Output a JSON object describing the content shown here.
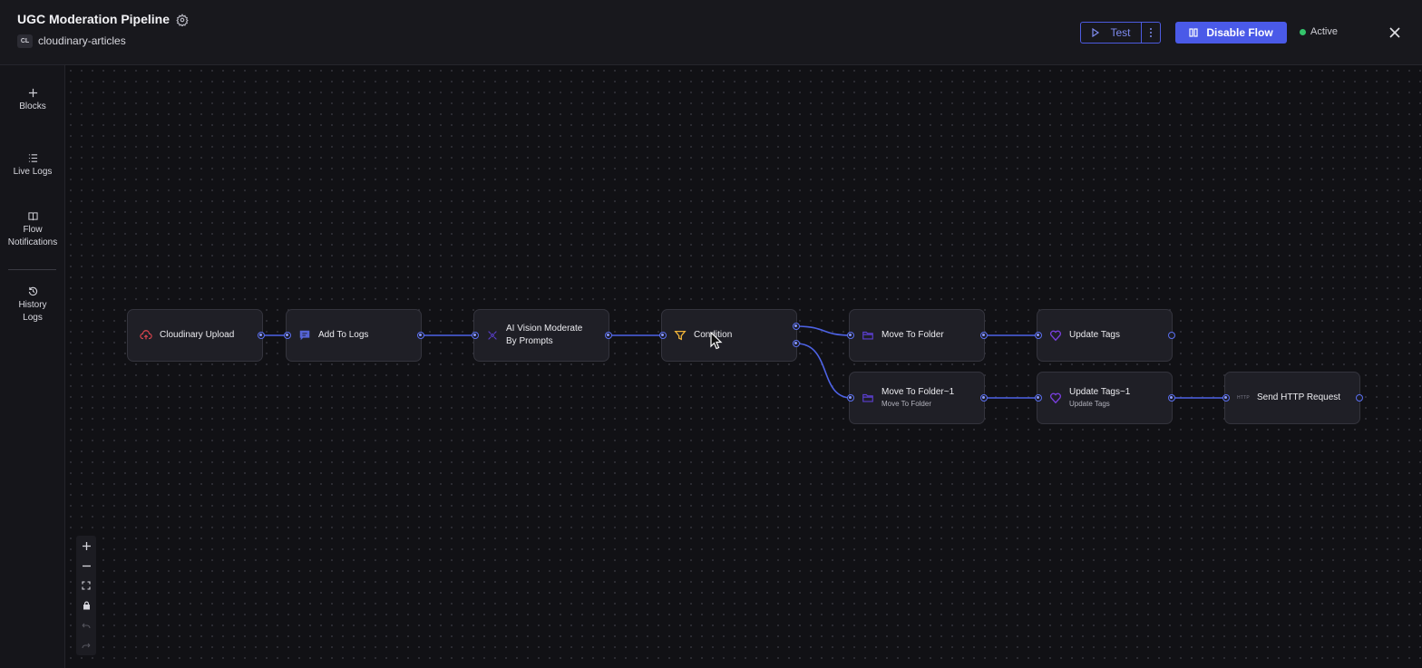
{
  "header": {
    "title": "UGC Moderation Pipeline",
    "project_badge": "CL",
    "project_name": "cloudinary-articles",
    "test_label": "Test",
    "disable_label": "Disable Flow",
    "status_label": "Active",
    "status_color": "#34c46b",
    "accent_color": "#4a5ae8"
  },
  "sidebar": {
    "items": [
      {
        "label": "Blocks",
        "icon": "plus-icon"
      },
      {
        "label": "Live Logs",
        "icon": "list-icon"
      },
      {
        "label": "Flow Notifications",
        "icon": "book-icon"
      },
      {
        "label": "History Logs",
        "icon": "history-icon"
      }
    ]
  },
  "flow": {
    "nodes": [
      {
        "title": "Cloudinary Upload",
        "icon": "cloud-upload-icon"
      },
      {
        "title": "Add To Logs",
        "icon": "message-icon"
      },
      {
        "title": "AI Vision Moderate By Prompts",
        "icon": "sparkle-icon"
      },
      {
        "title": "Condition",
        "icon": "filter-icon"
      },
      {
        "title": "Move To Folder",
        "icon": "folder-icon"
      },
      {
        "title": "Update Tags",
        "icon": "heart-icon"
      },
      {
        "title": "Move To Folder~1",
        "subtitle": "Move To Folder",
        "icon": "folder-icon"
      },
      {
        "title": "Update Tags~1",
        "subtitle": "Update Tags",
        "icon": "heart-icon"
      },
      {
        "title": "Send HTTP Request",
        "icon": "http-icon",
        "icon_text": "HTTP"
      }
    ]
  },
  "zoom_controls": [
    "zoom-in",
    "zoom-out",
    "fit-view",
    "lock",
    "undo",
    "redo"
  ]
}
